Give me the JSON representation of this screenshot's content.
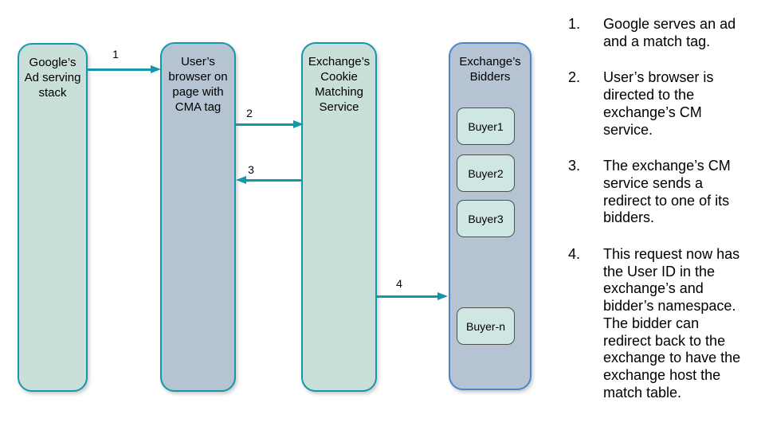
{
  "colors": {
    "teal": "#1497ab",
    "green-fill": "#c9dfd9",
    "blue-fill": "#b5c3d2",
    "blue-border": "#4a86c8",
    "buyer-fill": "#cfe7e2",
    "buyer-border": "#4f4f4f",
    "text": "#000000"
  },
  "diagram": {
    "columns": [
      {
        "id": "google-ad-serving-stack",
        "lines": [
          "Google’s",
          "Ad serving",
          "stack"
        ]
      },
      {
        "id": "user-browser",
        "lines": [
          "User’s",
          "browser on",
          "page with",
          "CMA tag"
        ]
      },
      {
        "id": "exchange-cookie-matching-service",
        "lines": [
          "Exchange’s",
          "Cookie",
          "Matching",
          "Service"
        ]
      },
      {
        "id": "exchange-bidders",
        "lines": [
          "Exchange’s",
          "Bidders"
        ]
      }
    ],
    "bidders": [
      "Buyer1",
      "Buyer2",
      "Buyer3",
      "Buyer-n"
    ],
    "arrows": [
      {
        "label": "1",
        "from": "google-ad-serving-stack",
        "to": "user-browser",
        "direction": "right"
      },
      {
        "label": "2",
        "from": "user-browser",
        "to": "exchange-cookie-matching-service",
        "direction": "right"
      },
      {
        "label": "3",
        "from": "exchange-cookie-matching-service",
        "to": "user-browser",
        "direction": "left"
      },
      {
        "label": "4",
        "from": "exchange-cookie-matching-service",
        "to": "exchange-bidders",
        "direction": "right"
      }
    ]
  },
  "steps": {
    "items": [
      {
        "number": "1.",
        "lines": [
          "Google serves an ad",
          "and a match tag."
        ]
      },
      {
        "number": "2.",
        "lines": [
          "User’s browser is",
          "directed to the",
          "exchange’s CM",
          "service."
        ]
      },
      {
        "number": "3.",
        "lines": [
          "The exchange’s CM",
          "service sends a",
          "redirect to one of its",
          "bidders."
        ]
      },
      {
        "number": "4.",
        "lines": [
          "This request now has",
          "the User ID in the",
          "exchange’s and",
          "bidder’s namespace.",
          "The bidder can",
          "redirect back to the",
          "exchange to have the",
          "exchange host the",
          "match table."
        ]
      }
    ]
  }
}
